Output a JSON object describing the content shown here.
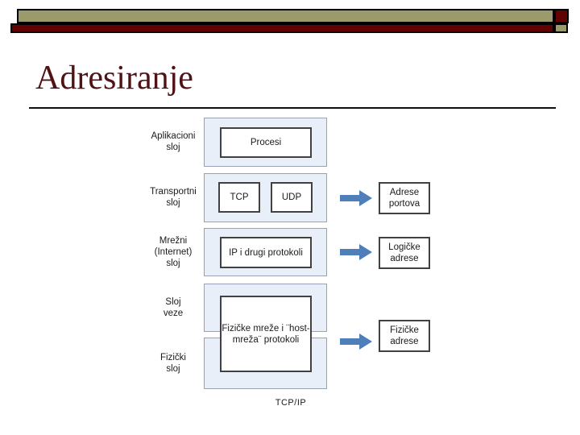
{
  "title": "Adresiranje",
  "caption": "TCP/IP",
  "colors": {
    "header_olive": "#9a9a6b",
    "header_dark_red": "#610303",
    "title_color": "#511216",
    "arrow_blue": "#4f7fba",
    "layer_fill": "#e9eff8",
    "layer_border": "#97a2b4",
    "box_border": "#414141"
  },
  "layers": [
    {
      "label": "Aplikacioni\nsloj"
    },
    {
      "label": "Transportni\nsloj"
    },
    {
      "label": "Mrežni\n(Internet)\nsloj"
    },
    {
      "label": "Sloj\nveze"
    },
    {
      "label": "Fizički\nsloj"
    }
  ],
  "protocols": {
    "procesi": "Procesi",
    "tcp": "TCP",
    "udp": "UDP",
    "ip": "IP i drugi protokoli",
    "physical": "Fizičke mreže i ¨host-\nmreža¨ protokoli"
  },
  "addresses": [
    {
      "label": "Adrese\nportova"
    },
    {
      "label": "Logičke\nadrese"
    },
    {
      "label": "Fizičke\nadrese"
    }
  ]
}
